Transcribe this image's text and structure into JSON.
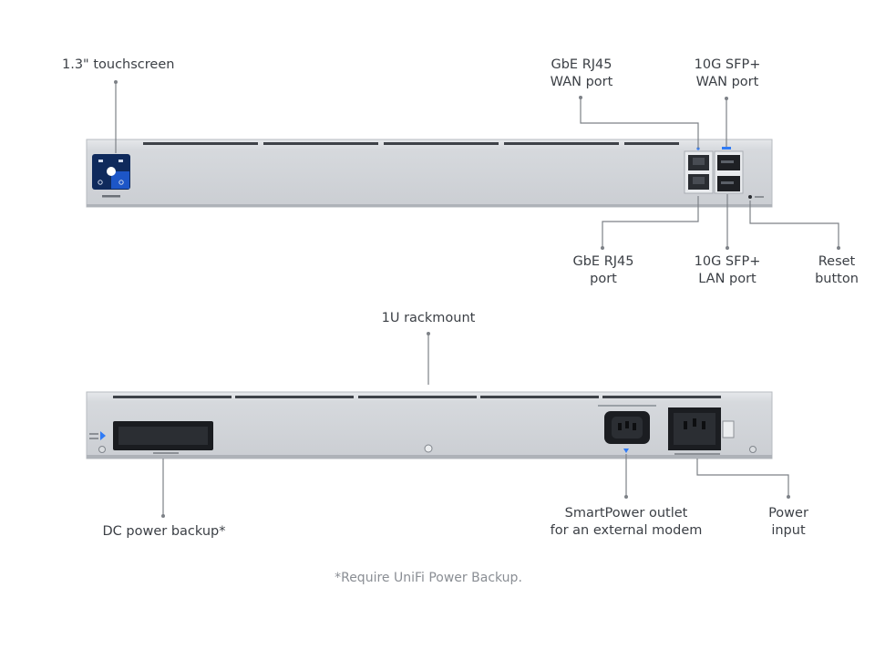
{
  "front": {
    "touchscreen": "1.3\" touchscreen",
    "wan_rj45": [
      "GbE RJ45",
      "WAN port"
    ],
    "wan_sfp": [
      "10G SFP+",
      "WAN port"
    ],
    "lan_rj45": [
      "GbE RJ45",
      "port"
    ],
    "lan_sfp": [
      "10G SFP+",
      "LAN port"
    ],
    "reset": [
      "Reset",
      "button"
    ]
  },
  "rear": {
    "rackmount": "1U rackmount",
    "dc_backup": "DC power backup*",
    "smartpower": [
      "SmartPower outlet",
      "for an external modem"
    ],
    "power_input": [
      "Power",
      "input"
    ]
  },
  "footnote": "*Require UniFi Power Backup.",
  "colors": {
    "chassis": "#d4d7db",
    "leader": "#7d8187",
    "screen": "#0f2a5c",
    "accent": "#2f7bf6"
  }
}
